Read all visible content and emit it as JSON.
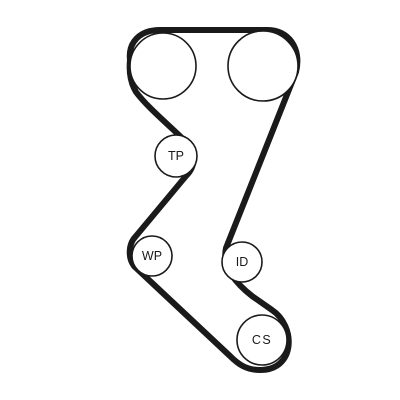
{
  "diagram": {
    "colors": {
      "belt": "#1a1a1a",
      "pulley_fill": "#ffffff",
      "pulley_stroke": "#1a1a1a",
      "background": "#ffffff"
    },
    "pulleys": {
      "camshaft_left": {
        "label": ""
      },
      "camshaft_right": {
        "label": ""
      },
      "tensioner": {
        "label": "TP"
      },
      "water_pump": {
        "label": "WP"
      },
      "idler": {
        "label": "ID"
      },
      "crankshaft": {
        "label": "CS"
      }
    }
  }
}
